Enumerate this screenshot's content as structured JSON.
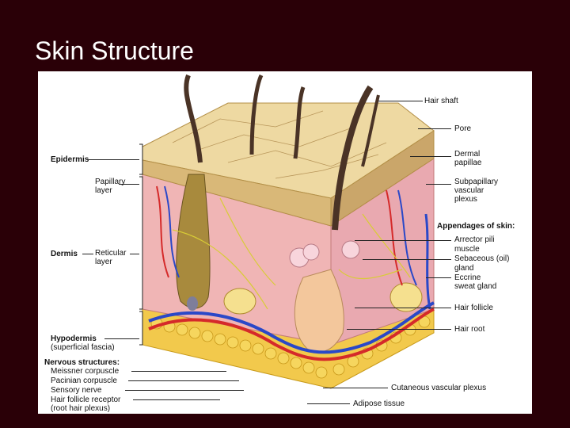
{
  "slide": {
    "title": "Skin Structure"
  },
  "figure": {
    "left_labels": {
      "epidermis": "Epidermis",
      "papillary_layer_1": "Papillary",
      "papillary_layer_2": "layer",
      "dermis": "Dermis",
      "reticular_layer_1": "Reticular",
      "reticular_layer_2": "layer",
      "hypodermis_1": "Hypodermis",
      "hypodermis_2": "(superficial fascia)",
      "nervous_structures": "Nervous structures:",
      "meissner": "Meissner corpuscle",
      "pacinian": "Pacinian corpuscle",
      "sensory_nerve": "Sensory nerve",
      "hair_follicle_receptor_1": "Hair follicle receptor",
      "hair_follicle_receptor_2": "(root hair plexus)"
    },
    "right_labels": {
      "hair_shaft": "Hair shaft",
      "pore": "Pore",
      "dermal_papillae_1": "Dermal",
      "dermal_papillae_2": "papillae",
      "subpapillary_1": "Subpapillary",
      "subpapillary_2": "vascular",
      "subpapillary_3": "plexus",
      "appendages": "Appendages of skin:",
      "arrector_1": "Arrector pili",
      "arrector_2": "muscle",
      "sebaceous_1": "Sebaceous (oil)",
      "sebaceous_2": "gland",
      "eccrine_1": "Eccrine",
      "eccrine_2": "sweat gland",
      "hair_follicle": "Hair follicle",
      "hair_root": "Hair root"
    },
    "bottom_labels": {
      "cutaneous": "Cutaneous vascular plexus",
      "adipose": "Adipose tissue"
    }
  }
}
